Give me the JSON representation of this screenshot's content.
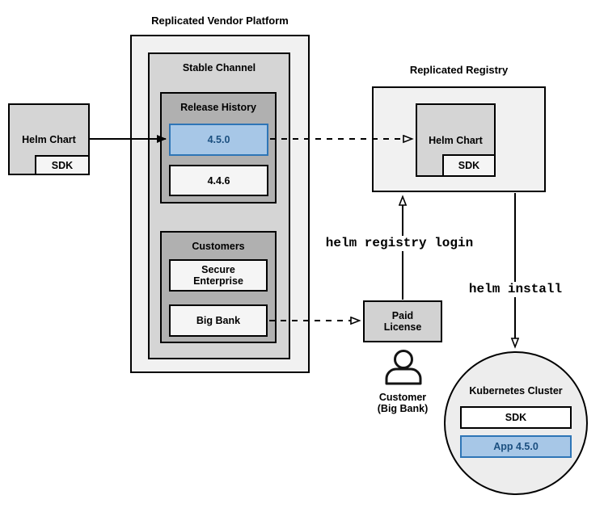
{
  "colors": {
    "canvas_bg": "#ffffff",
    "container_fill": "#f1f1f1",
    "channel_fill": "#d5d5d5",
    "group_fill": "#b0b0b0",
    "item_fill": "#f5f5f5",
    "license_fill": "#d2d2d2",
    "cluster_fill": "#ededed",
    "white_fill": "#ffffff",
    "blue_fill": "#a7c7e7",
    "blue_border": "#2e75b6",
    "blue_text": "#1b4f7f",
    "line_color": "#000000"
  },
  "vendor_platform": {
    "title": "Replicated Vendor Platform",
    "stable_channel": {
      "label": "Stable Channel",
      "release_history": {
        "label": "Release History",
        "releases": [
          {
            "version": "4.5.0",
            "highlighted": true
          },
          {
            "version": "4.4.6",
            "highlighted": false
          }
        ]
      },
      "customers": {
        "label": "Customers",
        "items": [
          "Secure Enterprise",
          "Big Bank"
        ]
      }
    }
  },
  "helm_chart_source": {
    "label": "Helm Chart",
    "sdk_label": "SDK"
  },
  "registry": {
    "title": "Replicated Registry",
    "helm_chart": {
      "label": "Helm Chart",
      "sdk_label": "SDK"
    }
  },
  "paid_license": {
    "label": "Paid License"
  },
  "customer": {
    "icon": "person-icon",
    "line1": "Customer",
    "line2": "(Big Bank)"
  },
  "commands": {
    "registry_login": "helm registry login",
    "install": "helm install"
  },
  "kubernetes_cluster": {
    "label": "Kubernetes Cluster",
    "sdk_label": "SDK",
    "app_label": "App 4.5.0"
  }
}
